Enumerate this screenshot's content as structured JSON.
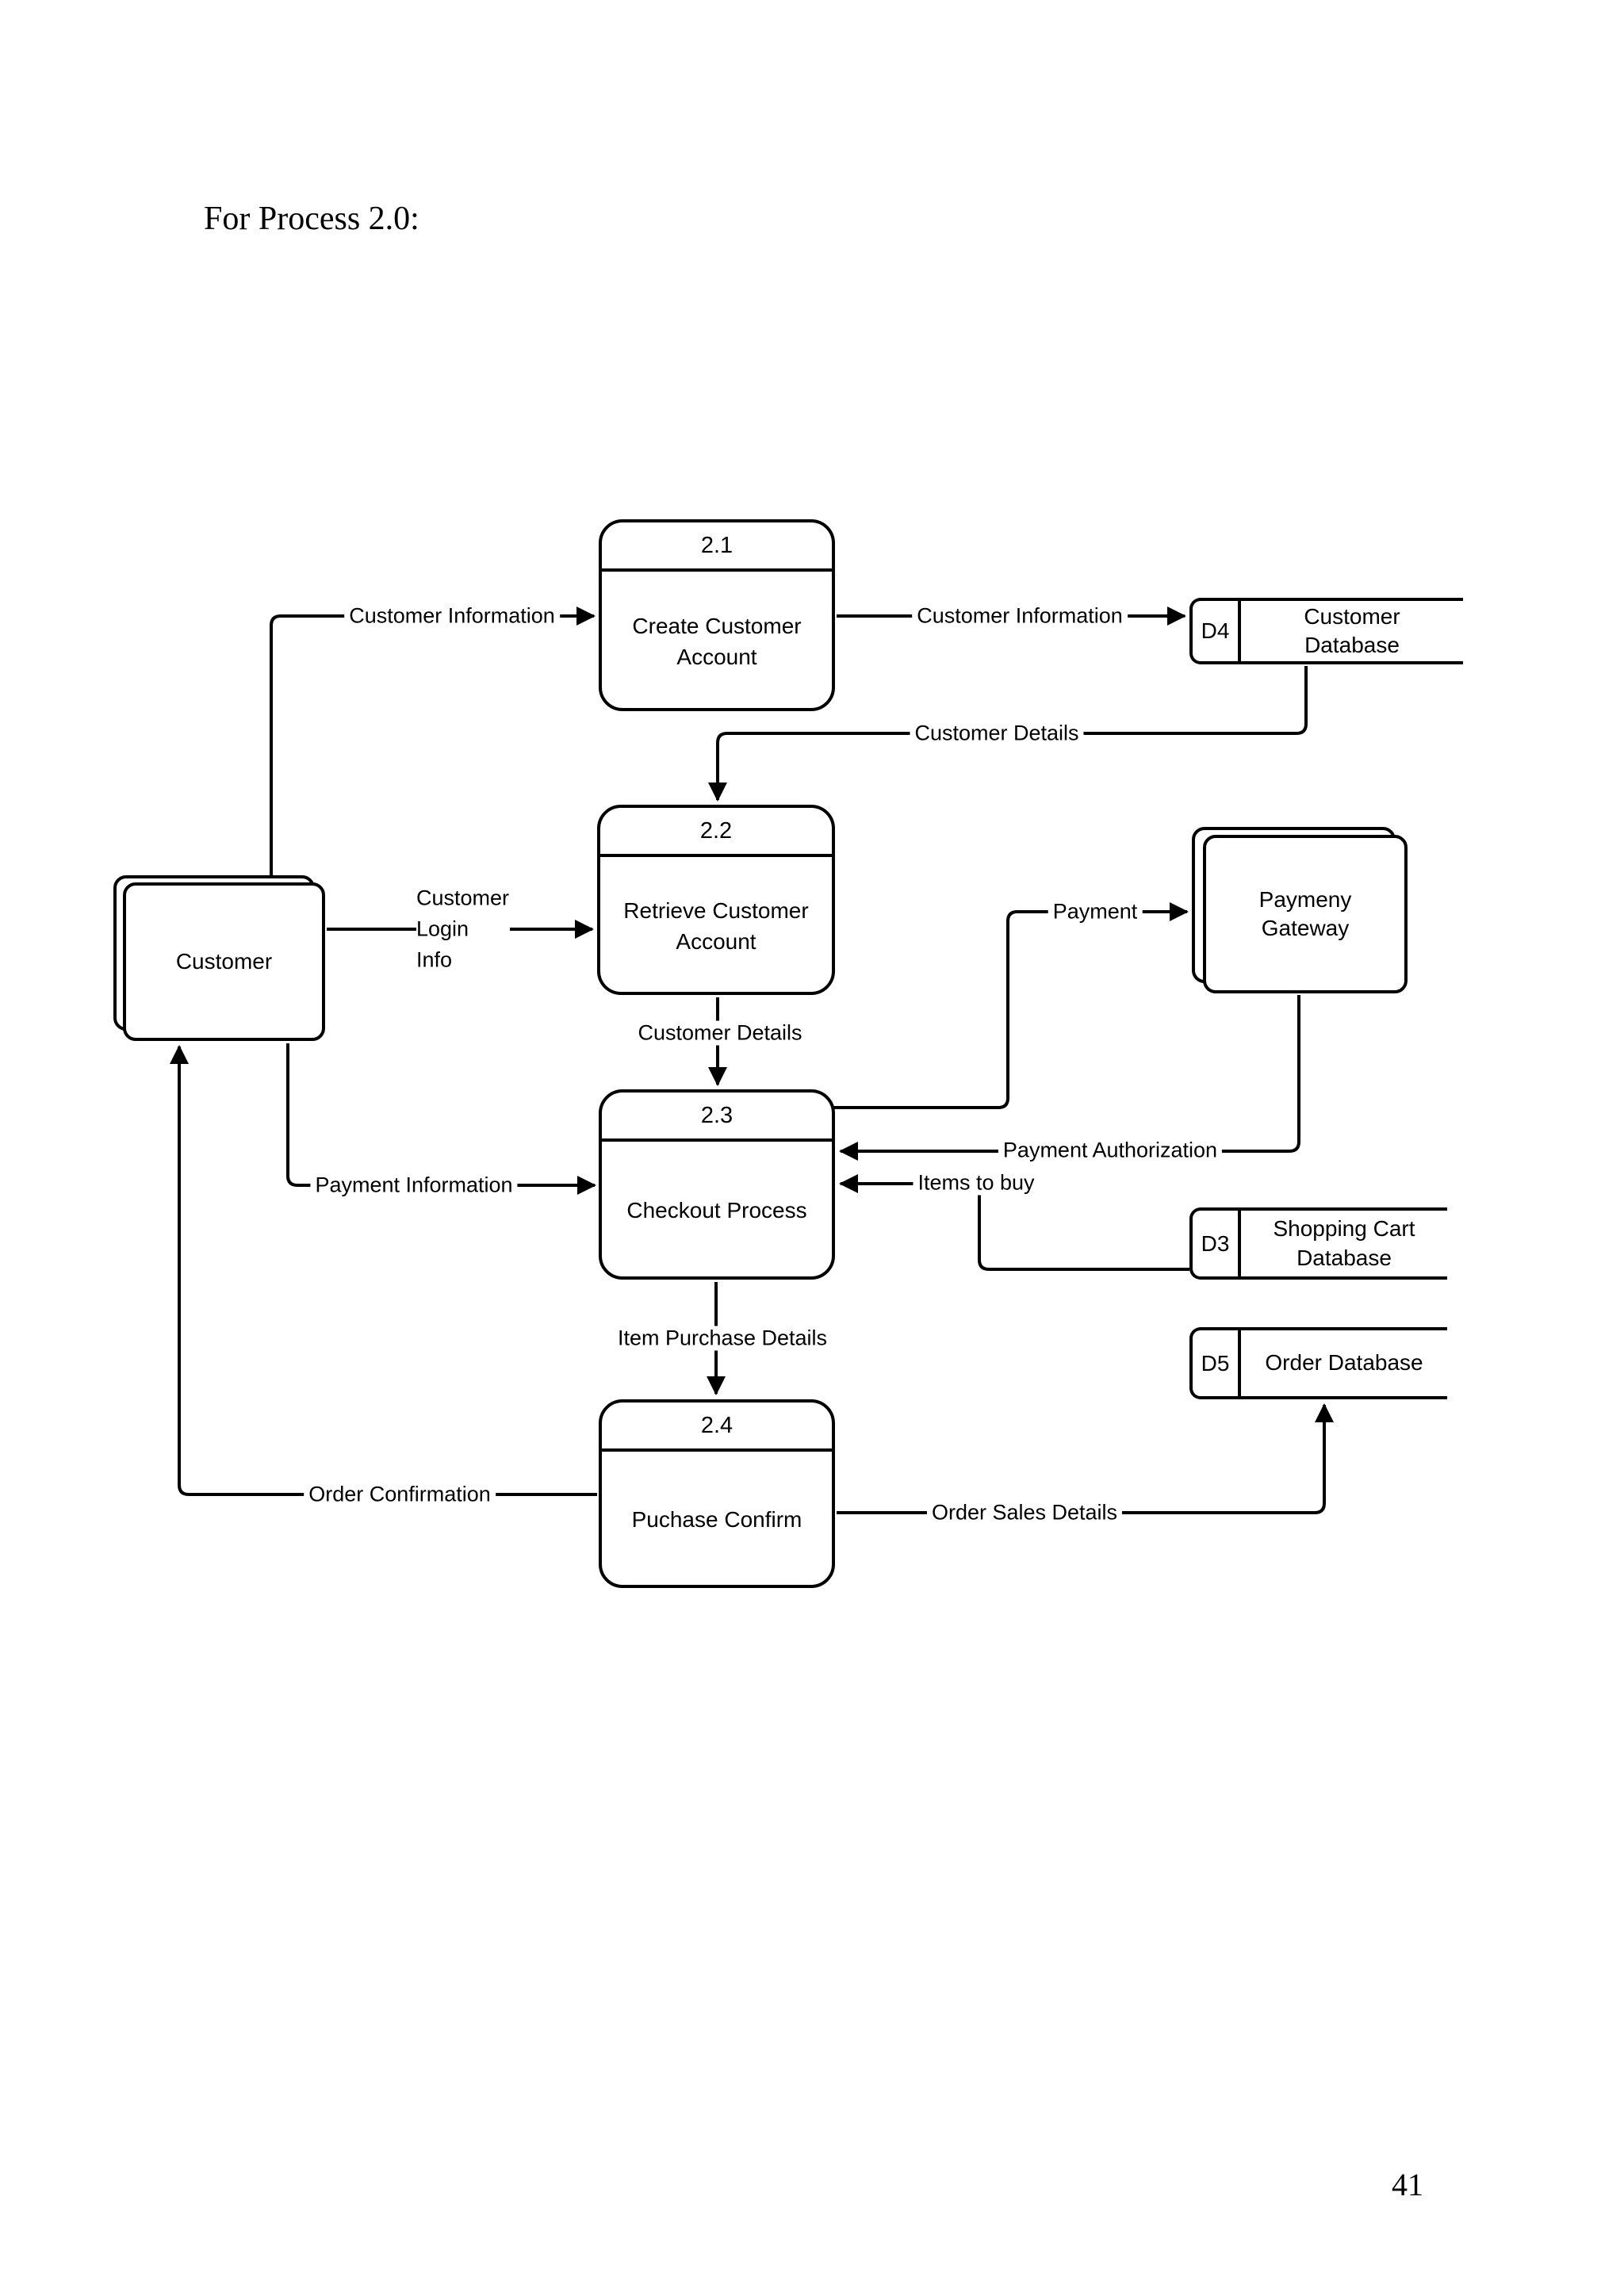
{
  "page": {
    "title": "For Process 2.0:",
    "page_number": "41"
  },
  "colors": {
    "line": "#000000",
    "background": "#ffffff",
    "text": "#000000"
  },
  "processes": [
    {
      "id": "2.1",
      "label": "Create Customer Account"
    },
    {
      "id": "2.2",
      "label": "Retrieve Customer Account"
    },
    {
      "id": "2.3",
      "label": "Checkout Process"
    },
    {
      "id": "2.4",
      "label": "Puchase Confirm"
    }
  ],
  "entities": [
    {
      "label": "Customer"
    },
    {
      "label": "Paymeny Gateway"
    }
  ],
  "data_stores": [
    {
      "id": "D4",
      "label": "Customer Database"
    },
    {
      "id": "D3",
      "label": "Shopping Cart Database"
    },
    {
      "id": "D5",
      "label": "Order Database"
    }
  ],
  "flows": [
    {
      "label": "Customer Information",
      "from": "Customer",
      "to": "2.1 Create Customer Account"
    },
    {
      "label": "Customer Information",
      "from": "2.1 Create Customer Account",
      "to": "D4 Customer Database"
    },
    {
      "label": "Customer Details",
      "from": "D4 Customer Database",
      "to": "2.2 Retrieve Customer Account"
    },
    {
      "label": "Customer Login Info",
      "from": "Customer",
      "to": "2.2 Retrieve Customer Account"
    },
    {
      "label": "Customer Details",
      "from": "2.2 Retrieve Customer Account",
      "to": "2.3 Checkout Process"
    },
    {
      "label": "Payment",
      "from": "2.3 Checkout Process",
      "to": "Paymeny Gateway"
    },
    {
      "label": "Payment Authorization",
      "from": "Paymeny Gateway",
      "to": "2.3 Checkout Process"
    },
    {
      "label": "Items to buy",
      "from": "D3 Shopping Cart Database",
      "to": "2.3 Checkout Process"
    },
    {
      "label": "Payment Information",
      "from": "Customer",
      "to": "2.3 Checkout Process"
    },
    {
      "label": "Item Purchase Details",
      "from": "2.3 Checkout Process",
      "to": "2.4 Puchase Confirm"
    },
    {
      "label": "Order Confirmation",
      "from": "2.4 Puchase Confirm",
      "to": "Customer"
    },
    {
      "label": "Order Sales Details",
      "from": "2.4 Puchase Confirm",
      "to": "D5 Order Database"
    }
  ]
}
